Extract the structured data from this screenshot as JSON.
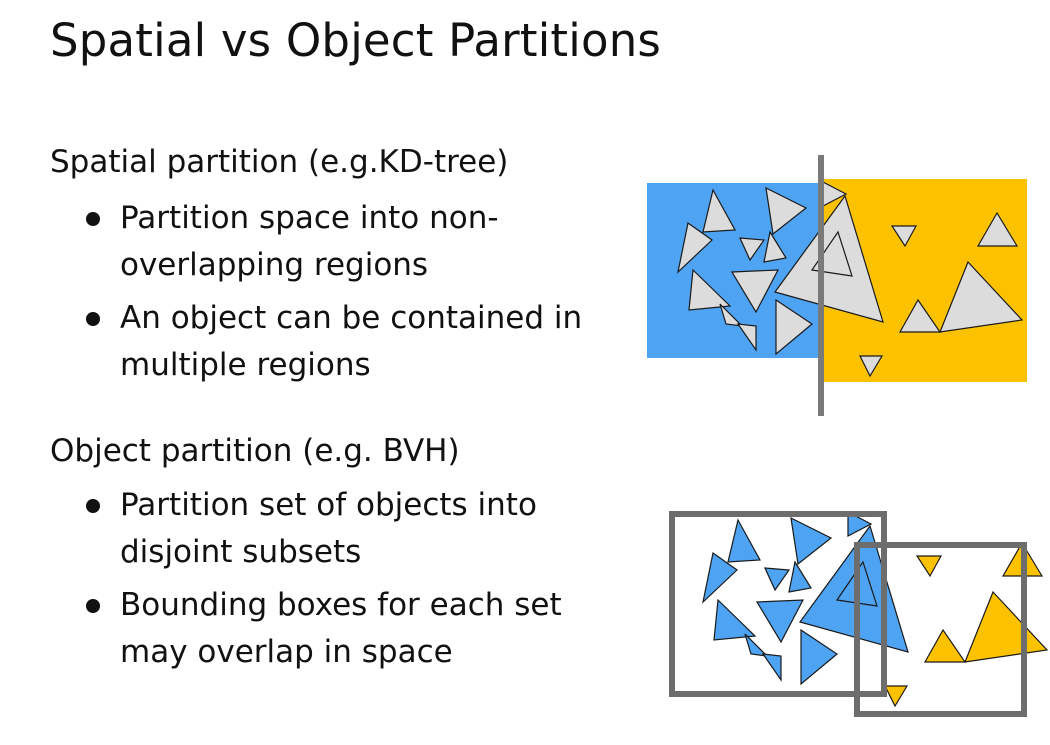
{
  "slide": {
    "title": "Spatial vs Object Partitions"
  },
  "sections": [
    {
      "heading": "Spatial partition (e.g.KD-tree)",
      "bullets": [
        "Partition space into non-overlapping regions",
        "An object can be contained in multiple regions"
      ]
    },
    {
      "heading": "Object partition (e.g. BVH)",
      "bullets": [
        "Partition set of objects into disjoint subsets",
        "Bounding boxes for each set may overlap in space"
      ]
    }
  ],
  "colors": {
    "blue": "#4ea3f2",
    "yellow": "#fcc200",
    "gray_triangle": "#dcdcdc",
    "divider": "#7a7a7a",
    "bbox": "#6d6d6d"
  }
}
